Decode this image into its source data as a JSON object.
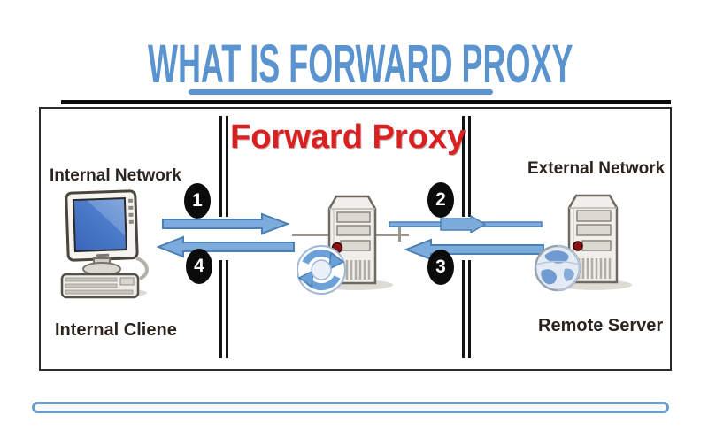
{
  "page": {
    "title": "WHAT IS FORWARD PROXY"
  },
  "diagram": {
    "heading": "Forward Proxy",
    "labels": {
      "internal_network": "Internal Network",
      "external_network": "External Network",
      "internal_client": "Internal Cliene",
      "remote_server": "Remote Server"
    },
    "steps": [
      {
        "number": "1",
        "direction": "right"
      },
      {
        "number": "2",
        "direction": "right"
      },
      {
        "number": "3",
        "direction": "left"
      },
      {
        "number": "4",
        "direction": "left"
      }
    ],
    "icons": {
      "internal_client": "desktop-computer-icon",
      "proxy": "proxy-server-sync-icon",
      "remote_server": "globe-server-icon"
    },
    "colors": {
      "title_blue": "#5b93cf",
      "heading_red": "#d92121",
      "arrow_blue": "#7cabdc",
      "badge_black": "#0b0b0b"
    }
  }
}
